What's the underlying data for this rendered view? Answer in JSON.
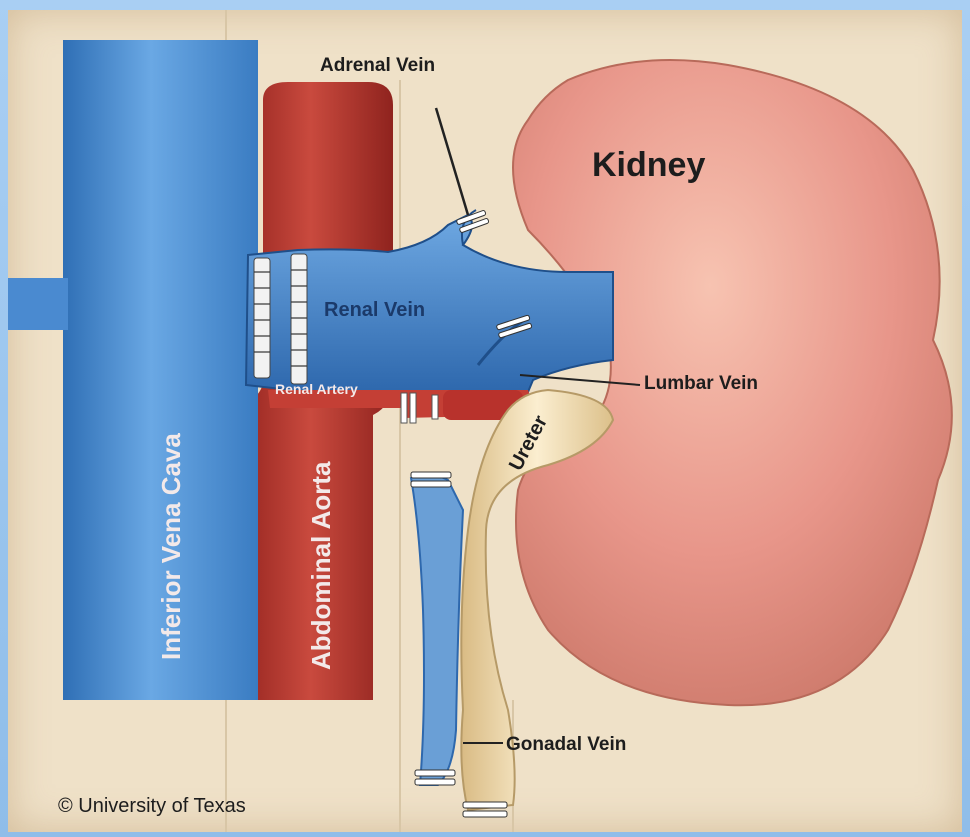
{
  "labels": {
    "adrenal_vein": "Adrenal Vein",
    "kidney": "Kidney",
    "renal_vein": "Renal Vein",
    "lumbar_vein": "Lumbar Vein",
    "renal_artery": "Renal Artery",
    "ureter": "Ureter",
    "inferior_vena_cava": "Inferior Vena Cava",
    "abdominal_aorta": "Abdominal Aorta",
    "gonadal_vein": "Gonadal Vein",
    "copyright": "© University of Texas"
  },
  "colors": {
    "background": "#efe1c8",
    "border": "#9ec6ee",
    "vena_cava": "#4a8fd3",
    "aorta": "#b8322c",
    "kidney": "#e89a86",
    "ureter": "#f1ddb0",
    "vein_dark": "#2e68ad"
  }
}
